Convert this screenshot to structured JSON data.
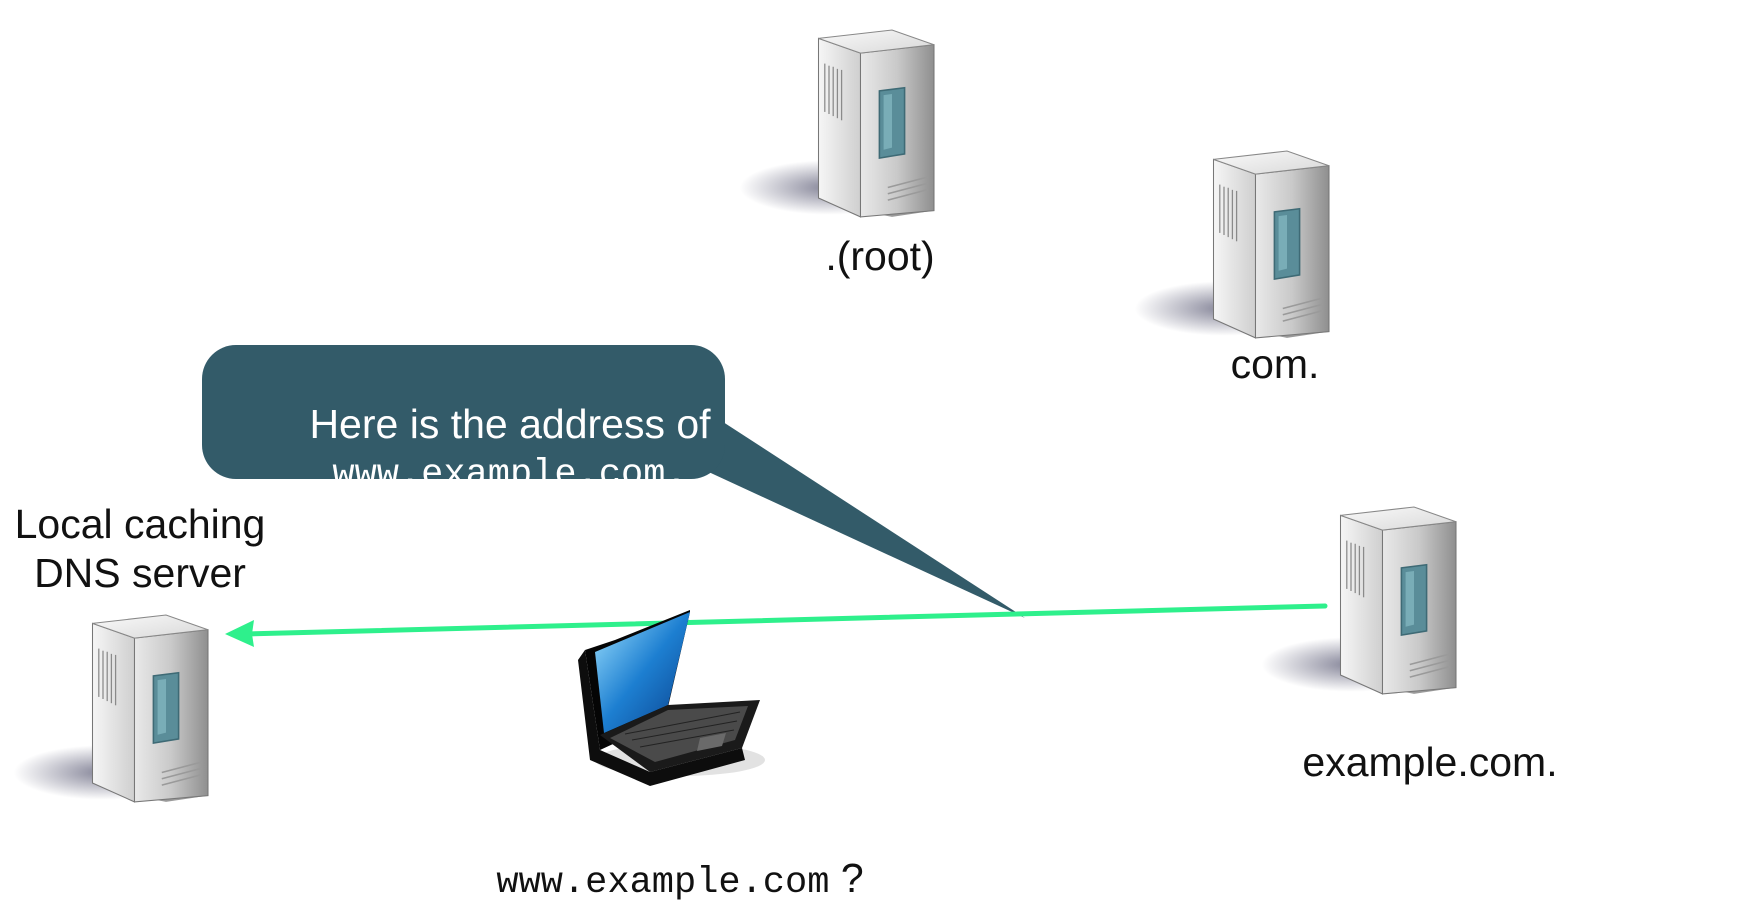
{
  "labels": {
    "root": ".(root)",
    "com": "com.",
    "example_com": "example.com.",
    "local_line1": "Local caching",
    "local_line2": "DNS server",
    "query_domain": "www.example.com",
    "query_mark": "?"
  },
  "bubble": {
    "line1": "Here is the address of",
    "line2": "www.example.com."
  },
  "colors": {
    "bubble": "#335b69",
    "arrow": "#2ef08c"
  }
}
